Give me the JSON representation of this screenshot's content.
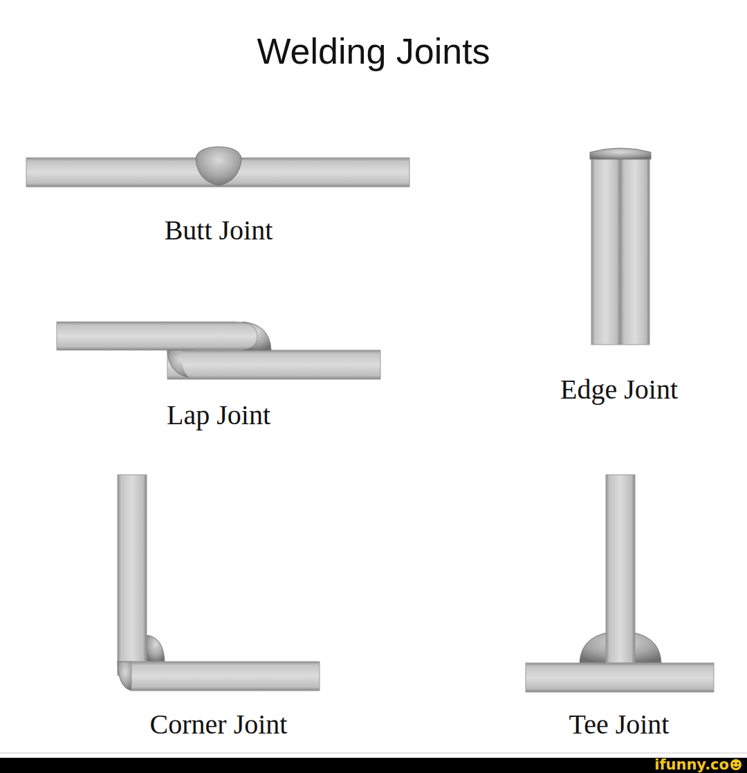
{
  "diagram": {
    "title": "Welding Joints",
    "labels": [
      "Butt Joint",
      "Edge Joint",
      "Lap Joint",
      "Corner Joint",
      "Tee Joint",
      "ifunny.co"
    ]
  }
}
